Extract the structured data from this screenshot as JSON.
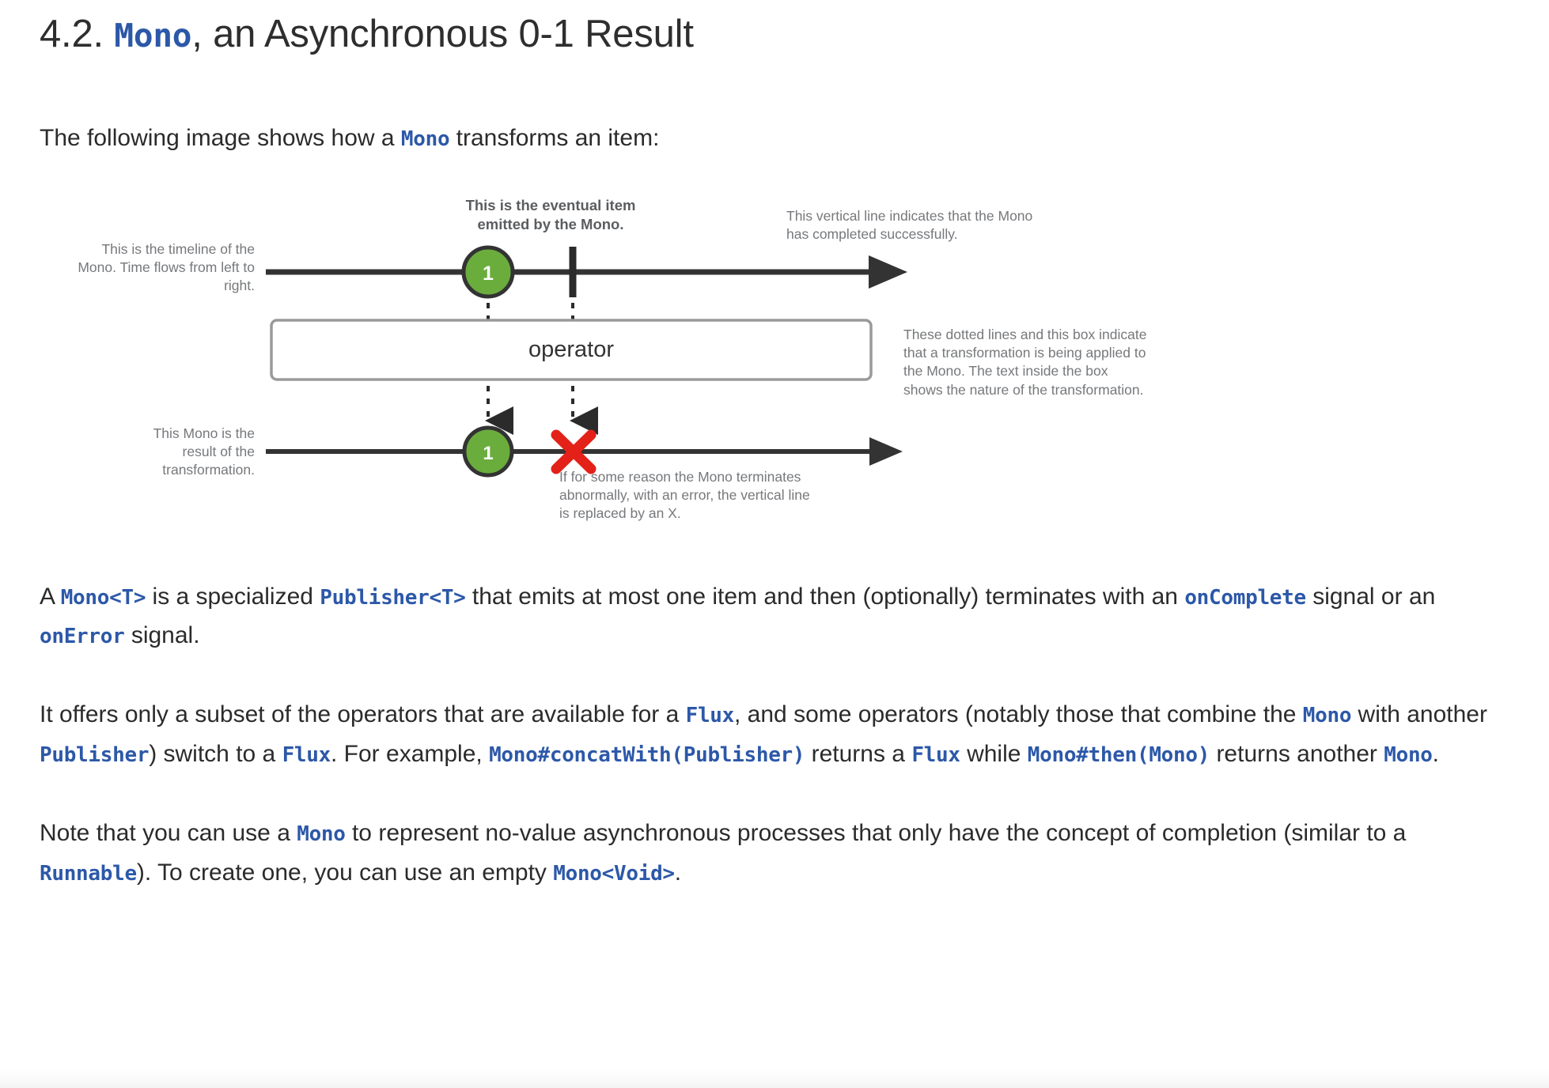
{
  "heading": {
    "number": "4.2.",
    "keyword": "Mono",
    "rest": ", an Asynchronous 0-1 Result"
  },
  "intro": {
    "before": "The following image shows how a ",
    "code": "Mono",
    "after": " transforms an item:"
  },
  "diagram": {
    "title": "Mono marble diagram",
    "operator_label": "operator",
    "source_marble_value": "1",
    "result_marble_value": "1",
    "notes": {
      "timeline": "This is the timeline of the Mono. Time flows from left to right.",
      "eventual_item": "This is the eventual item emitted by the Mono.",
      "vertical_line": "This vertical line indicates that the Mono has completed successfully.",
      "dotted_lines": "These dotted lines and this box indicate that a transformation is being applied to the Mono. The text inside the box shows the nature of the transformation.",
      "result_timeline": "This Mono is the result of the transformation.",
      "error_marker": "If for some reason the Mono terminates abnormally, with an error, the vertical line is replaced by an X."
    },
    "colors": {
      "marble_fill": "#6aad3d",
      "marble_stroke": "#333333",
      "timeline": "#333333",
      "error_x": "#e32119",
      "box_border": "#9a9a9a",
      "note_text": "#76787b"
    }
  },
  "paragraphs": [
    {
      "id": "p-mono-definition",
      "parts": [
        {
          "t": "text",
          "v": "A "
        },
        {
          "t": "code",
          "v": "Mono<T>"
        },
        {
          "t": "text",
          "v": " is a specialized "
        },
        {
          "t": "code",
          "v": "Publisher<T>"
        },
        {
          "t": "text",
          "v": " that emits at most one item and then (optionally) terminates with an "
        },
        {
          "t": "code",
          "v": "onComplete"
        },
        {
          "t": "text",
          "v": " signal or an "
        },
        {
          "t": "code",
          "v": "onError"
        },
        {
          "t": "text",
          "v": " signal."
        }
      ]
    },
    {
      "id": "p-operators-subset",
      "parts": [
        {
          "t": "text",
          "v": "It offers only a subset of the operators that are available for a "
        },
        {
          "t": "code",
          "v": "Flux"
        },
        {
          "t": "text",
          "v": ", and some operators (notably those that combine the "
        },
        {
          "t": "code",
          "v": "Mono"
        },
        {
          "t": "text",
          "v": " with another "
        },
        {
          "t": "code",
          "v": "Publisher"
        },
        {
          "t": "text",
          "v": ") switch to a "
        },
        {
          "t": "code",
          "v": "Flux"
        },
        {
          "t": "text",
          "v": ". For example, "
        },
        {
          "t": "code",
          "v": "Mono#concatWith(Publisher)"
        },
        {
          "t": "text",
          "v": " returns a "
        },
        {
          "t": "code",
          "v": "Flux"
        },
        {
          "t": "text",
          "v": " while "
        },
        {
          "t": "code",
          "v": "Mono#then(Mono)"
        },
        {
          "t": "text",
          "v": " returns another "
        },
        {
          "t": "code",
          "v": "Mono"
        },
        {
          "t": "text",
          "v": "."
        }
      ]
    },
    {
      "id": "p-no-value",
      "parts": [
        {
          "t": "text",
          "v": "Note that you can use a "
        },
        {
          "t": "code",
          "v": "Mono"
        },
        {
          "t": "text",
          "v": " to represent no-value asynchronous processes that only have the concept of completion (similar to a "
        },
        {
          "t": "code",
          "v": "Runnable"
        },
        {
          "t": "text",
          "v": "). To create one, you can use an empty "
        },
        {
          "t": "code",
          "v": "Mono<Void>"
        },
        {
          "t": "text",
          "v": "."
        }
      ]
    }
  ]
}
